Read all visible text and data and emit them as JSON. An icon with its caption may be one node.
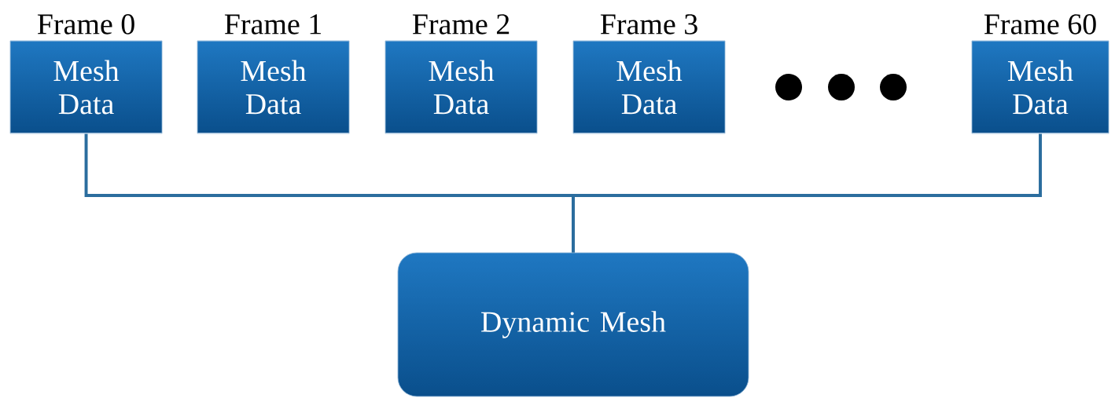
{
  "diagram": {
    "nodes": [
      {
        "text": [
          "Frame 0",
          "Mesh Data"
        ]
      },
      {
        "text": [
          "Frame 1",
          "Mesh Data"
        ]
      },
      {
        "text": [
          "Frame 2",
          "Mesh Data"
        ]
      },
      {
        "text": [
          "Frame 3",
          "Mesh Data"
        ]
      },
      {
        "text": [
          "Frame 60",
          "Mesh Data"
        ]
      },
      {
        "text": [
          "Dynamic Mesh"
        ]
      }
    ],
    "edges": [
      {
        "from": 0,
        "to": 5,
        "arrow": "none"
      },
      {
        "from": 4,
        "to": 5,
        "arrow": "none"
      }
    ]
  }
}
